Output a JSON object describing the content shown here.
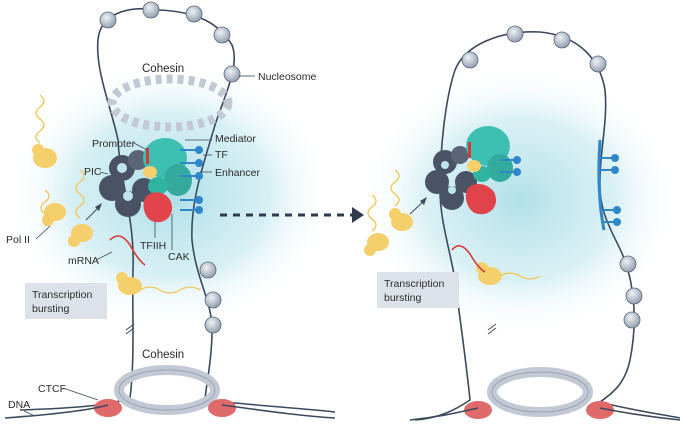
{
  "labels": {
    "cohesin_top": "Cohesin",
    "nucleosome": "Nucleosome",
    "promoter": "Promoter",
    "mediator": "Mediator",
    "tf": "TF",
    "pic": "PIC",
    "enhancer": "Enhancer",
    "tfiih": "TFIIH",
    "cak": "CAK",
    "pol_ii": "Pol II",
    "mrna": "mRNA",
    "cohesin_bottom": "Cohesin",
    "ctcf": "CTCF",
    "dna": "DNA"
  },
  "boxes": {
    "left_bursting_line1": "Transcription",
    "left_bursting_line2": "bursting",
    "right_bursting_line1": "Transcription",
    "right_bursting_line2": "bursting"
  },
  "colors": {
    "condensate": "#bfe6ec",
    "dna": "#3c4a5e",
    "nucleosome": "#b8c2cf",
    "cohesin": "#c3c9d4",
    "ctcf": "#e06a6a",
    "mediator": "#3dbfb2",
    "pic": "#4a5266",
    "tf": "#2f86c8",
    "tfiih": "#e0434a",
    "pol_ii": "#f5cf6b",
    "mrna": "#d53a3a",
    "bursting_box": "#dde2ea"
  }
}
